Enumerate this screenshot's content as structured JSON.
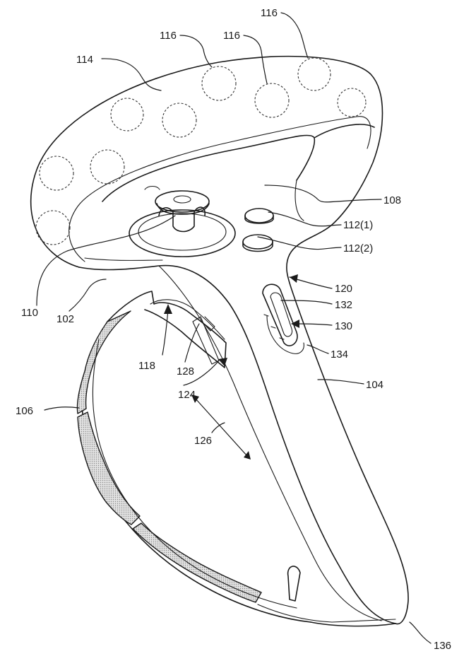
{
  "labels": {
    "l102": "102",
    "l104": "104",
    "l106": "106",
    "l108": "108",
    "l110": "110",
    "l112_1": "112(1)",
    "l112_2": "112(2)",
    "l114": "114",
    "l116a": "116",
    "l116b": "116",
    "l116c": "116",
    "l118": "118",
    "l120": "120",
    "l124": "124",
    "l126": "126",
    "l128": "128",
    "l130": "130",
    "l132": "132",
    "l134": "134",
    "l136": "136"
  },
  "style": {
    "ink": "#1a1a1a",
    "background": "#ffffff",
    "grip_texture": "#9a9a9a"
  }
}
